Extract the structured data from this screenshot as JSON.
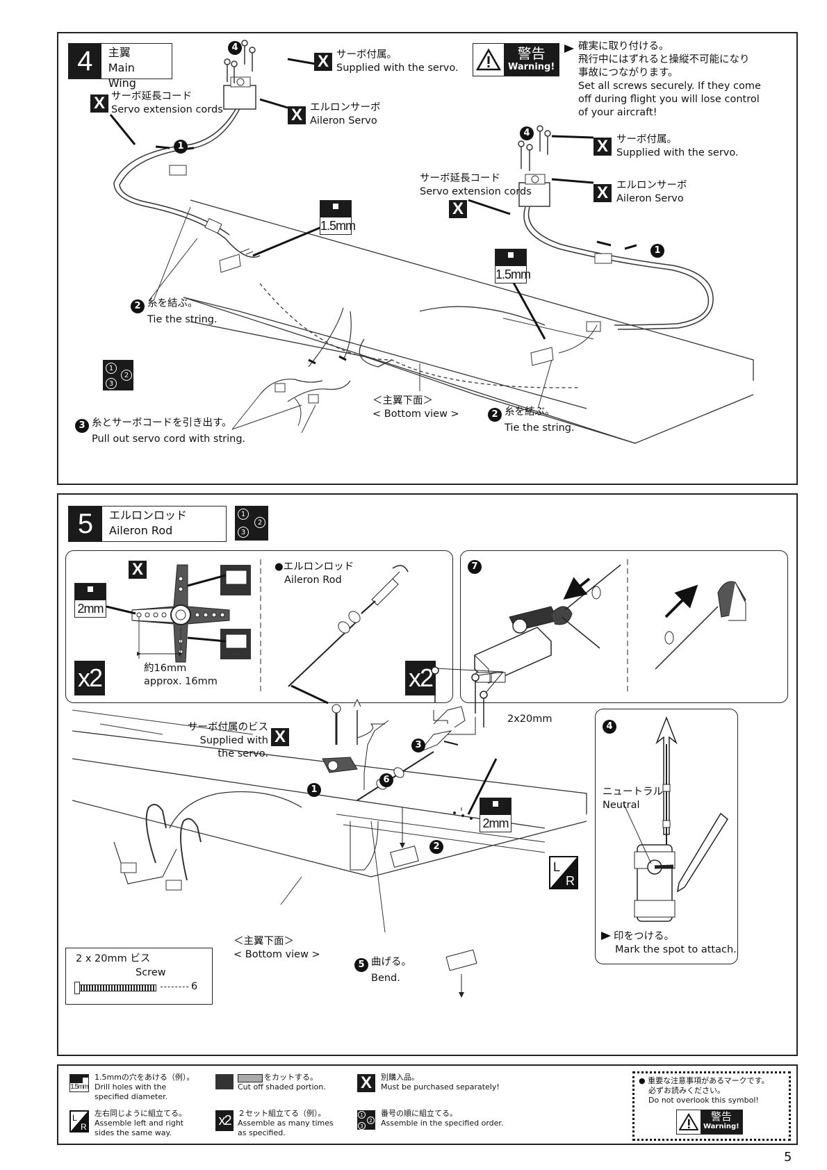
{
  "page_number": "5",
  "step4": {
    "num": "4",
    "title_jp": "主翼",
    "title_en": "Main Wing",
    "supplied_jp": "サーボ付属。",
    "supplied_en": "Supplied with the servo.",
    "ext_jp": "サーボ延長コード",
    "ext_en": "Servo extension cords",
    "aileron_jp": "エルロンサーボ",
    "aileron_en": "Aileron Servo",
    "warn_jp": "警告",
    "warn_en": "Warning!",
    "warn_text": [
      "確実に取り付ける。",
      "飛行中にはずれると操縦不可能になり",
      "事故につながります。",
      "Set all screws securely. If they come",
      "off during flight you will lose control",
      "of your aircraft!"
    ],
    "drill": "1.5mm",
    "tie_jp": "糸を結ぶ。",
    "tie_en": "Tie the string.",
    "pull_jp": "糸とサーボコードを引き出す。",
    "pull_en": "Pull out servo cord with string.",
    "bottom_jp": "＜主翼下面＞",
    "bottom_en": "< Bottom view >",
    "n1": "1",
    "n2": "2",
    "n3": "3",
    "n4": "4"
  },
  "step5": {
    "num": "5",
    "title_jp": "エルロンロッド",
    "title_en": "Aileron Rod",
    "drill": "2mm",
    "approx_jp": "約16mm",
    "approx_en": "approx. 16mm",
    "rod_jp": "エルロンロッド",
    "rod_en": "Aileron Rod",
    "x2": "x2",
    "n7": "7",
    "screw_size": "2x20mm",
    "servo_screw_jp": "サーボ付属のビス",
    "servo_screw_en1": "Supplied with",
    "servo_screw_en2": "the servo.",
    "n1": "1",
    "n2": "2",
    "n3": "3",
    "n4": "4",
    "n5": "5",
    "n6": "6",
    "neutral_jp": "ニュートラル",
    "neutral_en": "Neutral",
    "mark_jp": "印をつける。",
    "mark_en": "Mark the spot to attach.",
    "bottom_jp": "＜主翼下面＞",
    "bottom_en": "< Bottom view >",
    "bend_jp": "曲げる。",
    "bend_en": "Bend.",
    "parts_label": "2 x 20mm  ビス",
    "parts_en": "Screw",
    "parts_qty": "6"
  },
  "legend": {
    "drill_icon": "1.5mm",
    "drill_jp": "1.5mmの穴をあける（例）。",
    "drill_en1": "Drill holes with the",
    "drill_en2": "specified diameter.",
    "cut_jp": "をカットする。",
    "cut_en": "Cut off shaded portion.",
    "buy_jp": "別購入品。",
    "buy_en": "Must be purchased separately!",
    "lr_jp": "左右同じように組立てる。",
    "lr_en1": "Assemble left and right",
    "lr_en2": "sides the same way.",
    "x2_icon": "x2",
    "x2_jp": "２セット組立てる（例）。",
    "x2_en1": "Assemble as many times",
    "x2_en2": "as specified.",
    "order_jp": "番号の順に組立てる。",
    "order_en": "Assemble in the specified order.",
    "important_jp1": "重要な注意事項があるマークです。",
    "important_jp2": "必ずお読みください。",
    "important_en": "Do not overlook this symbol!",
    "warn_jp": "警告",
    "warn_en": "Warning!"
  }
}
